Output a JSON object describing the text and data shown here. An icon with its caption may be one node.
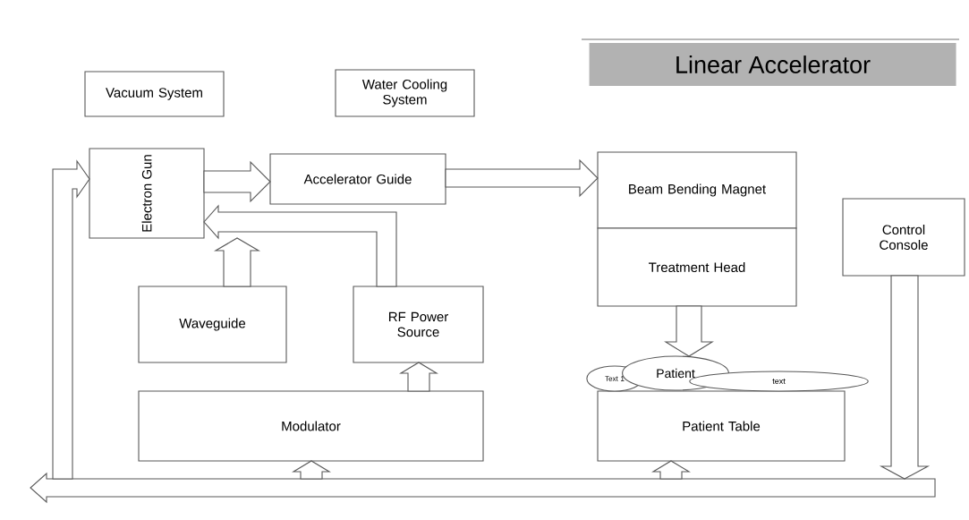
{
  "diagram": {
    "title": "Linear Accelerator",
    "nodes": [
      {
        "text": [
          "Vacuum System"
        ]
      },
      {
        "text": [
          "Water Cooling System"
        ]
      },
      {
        "text": [
          "Electron Gun"
        ]
      },
      {
        "text": [
          "Accelerator Guide"
        ]
      },
      {
        "text": [
          "Beam Bending Magnet"
        ]
      },
      {
        "text": [
          "Treatment Head"
        ]
      },
      {
        "text": [
          "Control Console"
        ]
      },
      {
        "text": [
          "Waveguide"
        ]
      },
      {
        "text": [
          "RF Power Source"
        ]
      },
      {
        "text": [
          "Modulator"
        ]
      },
      {
        "text": [
          "Patient Table"
        ]
      },
      {
        "text": [
          "Text 1"
        ]
      },
      {
        "text": [
          "Patient"
        ]
      },
      {
        "text": [
          "text"
        ]
      },
      {
        "text": [],
        "shape": "bar"
      }
    ],
    "edges": [
      {
        "from": 2,
        "to": 3,
        "arrow": "to"
      },
      {
        "from": 3,
        "to": 4,
        "arrow": "to"
      },
      {
        "from": 7,
        "to": 2,
        "arrow": "to"
      },
      {
        "from": 8,
        "to": 2,
        "arrow": "to"
      },
      {
        "from": 5,
        "to": 12,
        "arrow": "to"
      },
      {
        "from": 9,
        "to": 8,
        "arrow": "to"
      },
      {
        "from": 6,
        "to": 14,
        "arrow": "to"
      },
      {
        "from": 14,
        "to": 9,
        "arrow": "to"
      },
      {
        "from": 14,
        "to": 10,
        "arrow": "to"
      },
      {
        "from": 14,
        "to": 2,
        "arrow": "to"
      }
    ]
  }
}
